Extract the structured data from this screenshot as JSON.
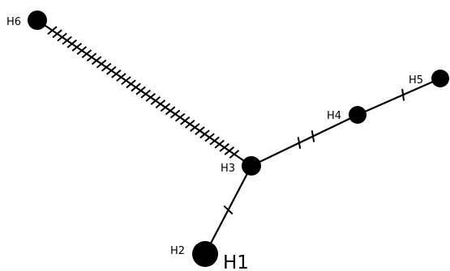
{
  "diagram": {
    "type": "haplotype-network",
    "colors": {
      "node": "#000000",
      "edge": "#000000",
      "background": "#ffffff"
    },
    "nodes": [
      {
        "id": "H6",
        "label": "H6"
      },
      {
        "id": "H3",
        "label": "H3"
      },
      {
        "id": "H4",
        "label": "H4"
      },
      {
        "id": "H5",
        "label": "H5"
      },
      {
        "id": "H2",
        "label": "H2"
      },
      {
        "id": "H1",
        "label": "H1"
      }
    ],
    "edges": [
      {
        "from": "H3",
        "to": "H6",
        "mutation_steps": 38
      },
      {
        "from": "H3",
        "to": "H4",
        "mutation_steps": 2
      },
      {
        "from": "H4",
        "to": "H5",
        "mutation_steps": 1
      },
      {
        "from": "H3",
        "to": "H2",
        "mutation_steps": 1
      }
    ]
  }
}
